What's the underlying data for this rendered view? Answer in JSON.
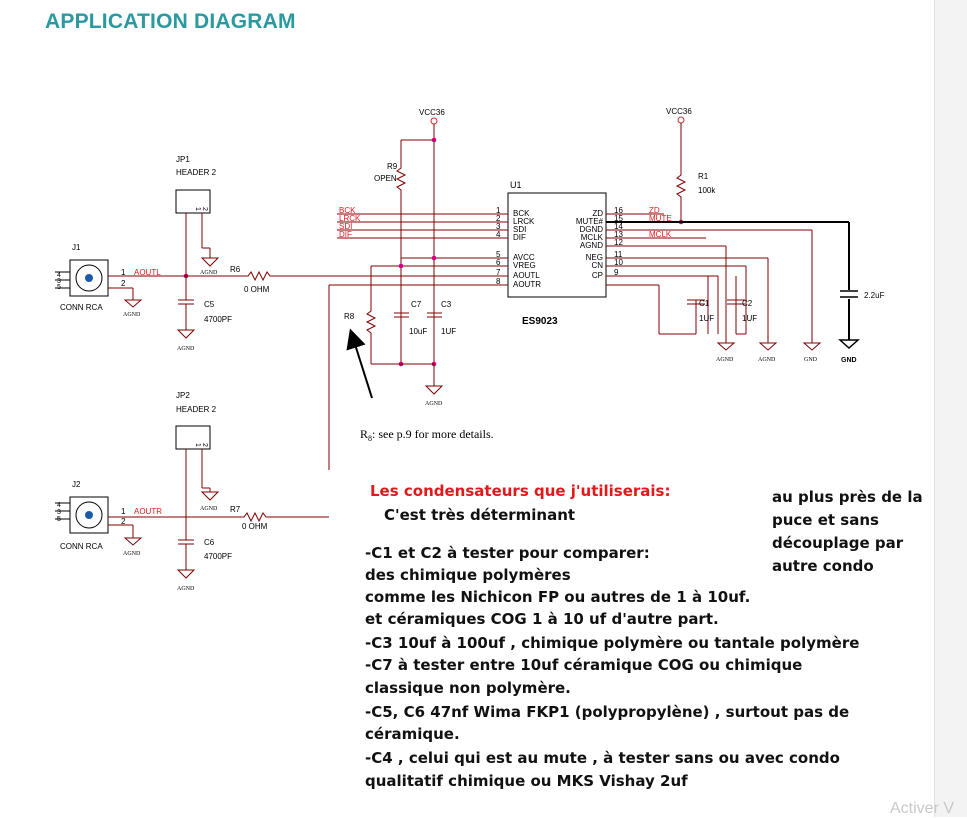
{
  "title": "APPLICATION DIAGRAM",
  "schematic": {
    "vcc_left": "VCC36",
    "vcc_right": "VCC36",
    "jp1": {
      "ref": "JP1",
      "name": "HEADER 2"
    },
    "jp2": {
      "ref": "JP2",
      "name": "HEADER 2"
    },
    "j1": {
      "ref": "J1",
      "name": "CONN RCA"
    },
    "j2": {
      "ref": "J2",
      "name": "CONN RCA"
    },
    "aoutl": "AOUTL",
    "aoutr": "AOUTR",
    "r6": {
      "ref": "R6",
      "value": "0 OHM"
    },
    "r7": {
      "ref": "R7",
      "value": "0 OHM"
    },
    "c5": {
      "ref": "C5",
      "value": "4700PF"
    },
    "c6": {
      "ref": "C6",
      "value": "4700PF"
    },
    "r9": {
      "ref": "R9",
      "value": "OPEN"
    },
    "r8": {
      "ref": "R8"
    },
    "c7": {
      "ref": "C7",
      "value": "10uF"
    },
    "c3": {
      "ref": "C3",
      "value": "1UF"
    },
    "r1": {
      "ref": "R1",
      "value": "100k"
    },
    "c1": {
      "ref": "C1",
      "value": "1UF"
    },
    "c2": {
      "ref": "C2",
      "value": "1UF"
    },
    "c4_value": "2.2uF",
    "chip": {
      "ref": "U1",
      "name": "ES9023"
    },
    "left_pins": [
      {
        "num": "1",
        "name": "BCK",
        "net": "BCK"
      },
      {
        "num": "2",
        "name": "LRCK",
        "net": "LRCK"
      },
      {
        "num": "3",
        "name": "SDI",
        "net": "SDI"
      },
      {
        "num": "4",
        "name": "DIF",
        "net": "DIF"
      },
      {
        "num": "5",
        "name": "AVCC",
        "net": ""
      },
      {
        "num": "6",
        "name": "VREG",
        "net": ""
      },
      {
        "num": "7",
        "name": "AOUTL",
        "net": ""
      },
      {
        "num": "8",
        "name": "AOUTR",
        "net": ""
      }
    ],
    "right_pins": [
      {
        "num": "16",
        "name": "ZD",
        "net": "ZD"
      },
      {
        "num": "15",
        "name": "MUTE#",
        "net": "MUTE"
      },
      {
        "num": "14",
        "name": "DGND",
        "net": ""
      },
      {
        "num": "13",
        "name": "MCLK",
        "net": "MCLK"
      },
      {
        "num": "12",
        "name": "AGND",
        "net": ""
      },
      {
        "num": "11",
        "name": "NEG",
        "net": ""
      },
      {
        "num": "10",
        "name": "CN",
        "net": ""
      },
      {
        "num": "9",
        "name": "CP",
        "net": ""
      }
    ],
    "agnd": "AGND",
    "gnd": "GND",
    "gnd_bold": "GND",
    "pin1": "1",
    "pin2": "2",
    "r8_note_prefix": "R",
    "r8_note_sub": "8",
    "r8_note_rest": ": see p.9 for more details."
  },
  "notes": {
    "heading": "Les condensateurs que j'utiliserais:",
    "line1": "C'est très déterminant",
    "line2": "-C1 et C2   à tester pour comparer:",
    "line3": " des chimique polymères",
    "line4": "comme les Nichicon FP ou autres de 1 à 10uf.",
    "line5": " et  céramiques COG 1 à 10 uf d'autre part.",
    "line6": "-C3   10uf à 100uf ,  chimique polymère ou tantale polymère",
    "line7": "-C7 à tester entre 10uf céramique COG ou chimique",
    "line8": "classique non polymère.",
    "line9": "-C5, C6 47nf Wima FKP1 (polypropylène) , surtout pas de",
    "line10": "céramique.",
    "line11": "-C4 , celui qui est au mute , à tester sans ou avec condo",
    "line12": "qualitatif  chimique   ou MKS Vishay 2uf",
    "right1": "au plus près de la",
    "right2": "puce et sans",
    "right3": "découplage  par",
    "right4": " autre condo"
  },
  "watermark": "Activer V",
  "colors": {
    "title": "#2a9aa0",
    "signal": "#e0191b",
    "wire": "#800000",
    "net": "#111111"
  }
}
